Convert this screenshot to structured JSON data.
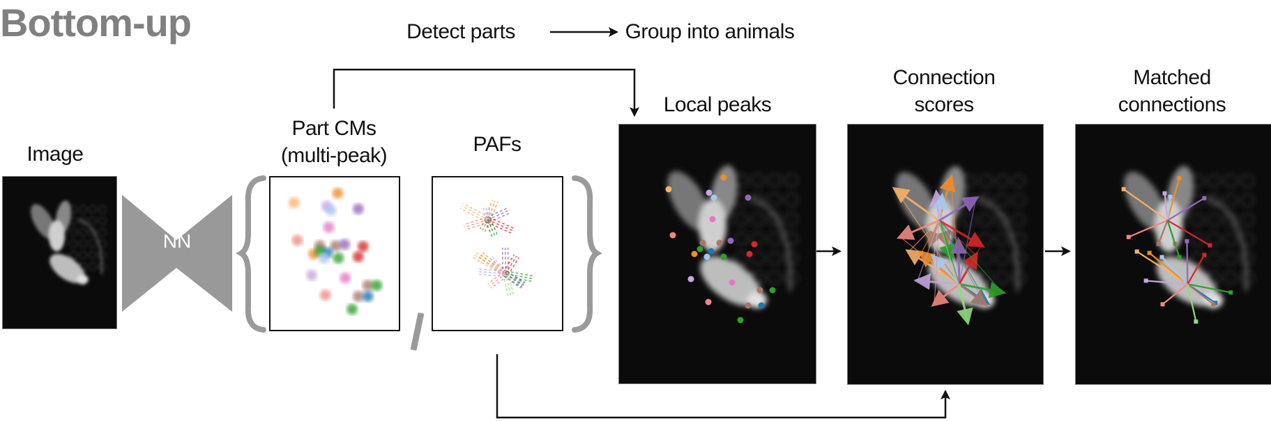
{
  "title": "Bottom-up",
  "pipeline": {
    "step1": "Detect parts",
    "step2": "Group into animals"
  },
  "labels": {
    "image": "Image",
    "network": "NN",
    "cms_line1": "Part CMs",
    "cms_line2": "(multi-peak)",
    "pafs": "PAFs",
    "local_peaks": "Local peaks",
    "connection_scores_line1": "Connection",
    "connection_scores_line2": "scores",
    "matched_line1": "Matched",
    "matched_line2": "connections"
  },
  "colors": {
    "title": "#808080",
    "bracket": "#9a9a9a",
    "orange": "#f28c28",
    "peach": "#f7b26a",
    "lavender": "#c5a7e0",
    "lightblue": "#a8c8ec",
    "purple": "#9467bd",
    "pink": "#e377c2",
    "salmon": "#f08a80",
    "brown": "#a5786a",
    "red": "#d62728",
    "green": "#2ca02c",
    "lightgreen": "#8fdc7f",
    "blue": "#1f77b4"
  }
}
